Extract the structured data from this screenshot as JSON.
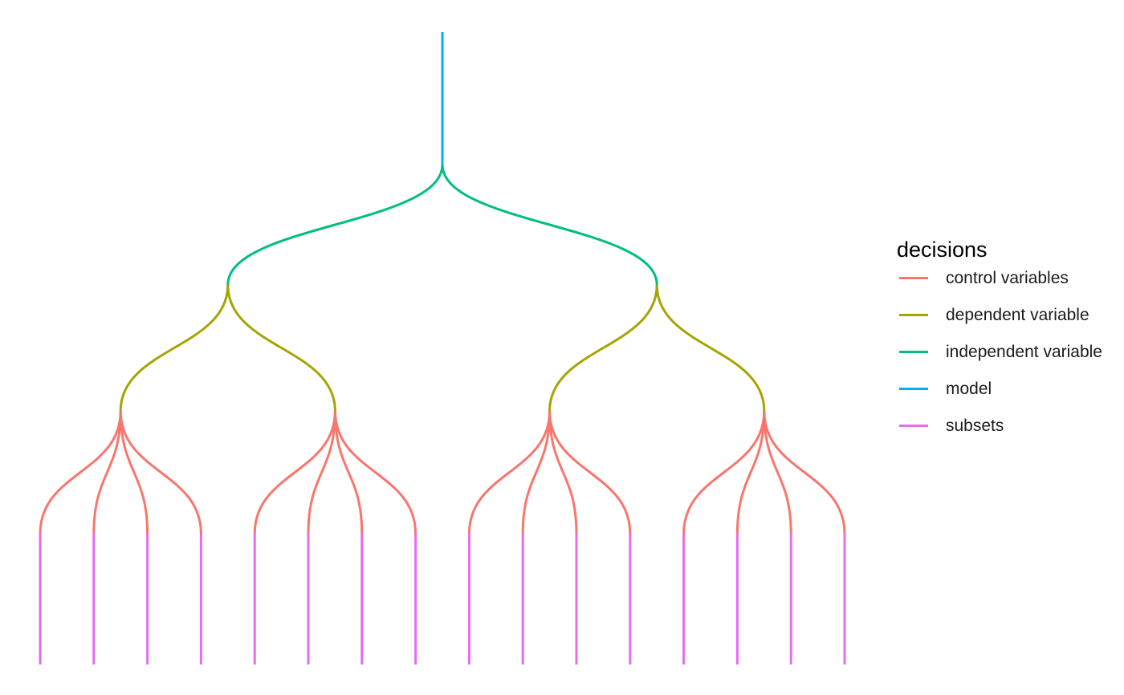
{
  "legend": {
    "title": "decisions",
    "items": [
      {
        "key": "control",
        "label": "control variables",
        "color": "#F8766D"
      },
      {
        "key": "dependent",
        "label": "dependent variable",
        "color": "#A3A500"
      },
      {
        "key": "independent",
        "label": "independent variable",
        "color": "#00BF7D"
      },
      {
        "key": "model",
        "label": "model",
        "color": "#00B0F6"
      },
      {
        "key": "subsets",
        "label": "subsets",
        "color": "#E76BF3"
      }
    ]
  },
  "tree": {
    "root": "model",
    "levels": [
      "independent",
      "dependent",
      "control",
      "subsets"
    ],
    "branching": [
      2,
      2,
      4,
      1
    ],
    "leaf_count": 16
  }
}
